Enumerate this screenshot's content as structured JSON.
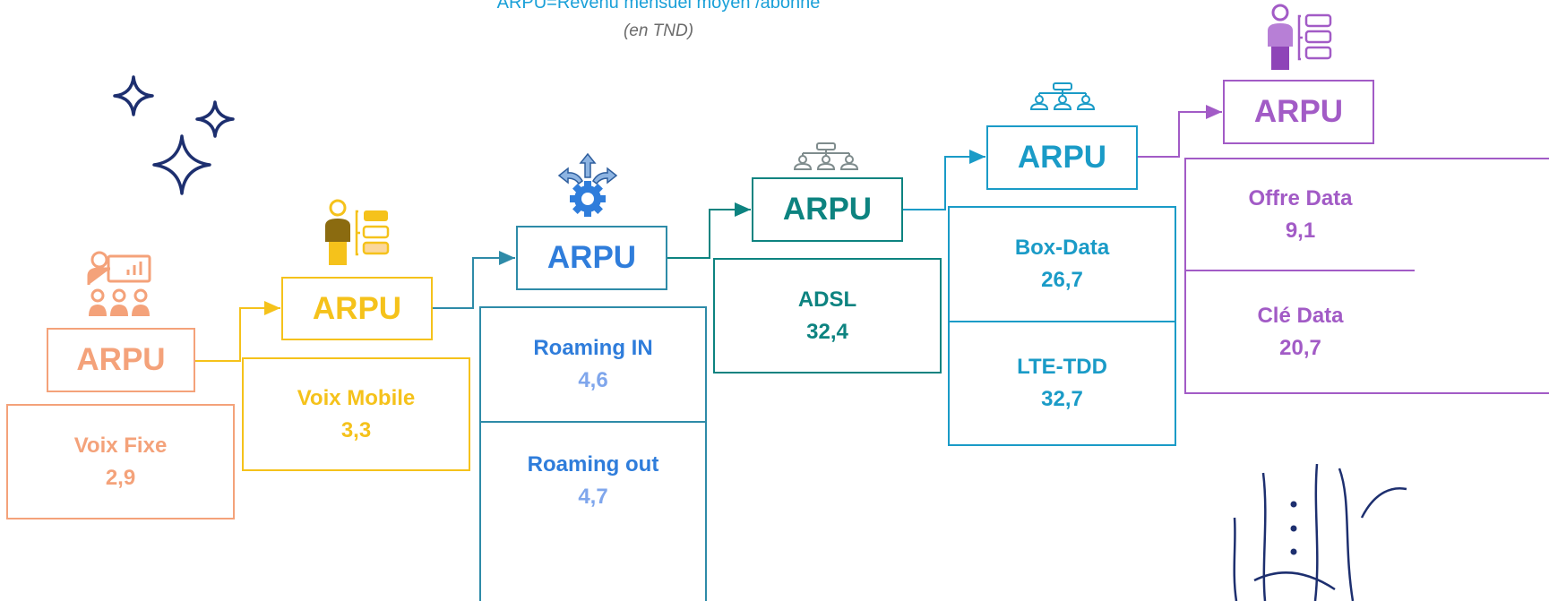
{
  "header": {
    "title": "ARPU=Revenu mensuel moyen /abonné",
    "subtitle": "(en TND)"
  },
  "colors": {
    "voix_fixe": "#F4A27A",
    "voix_mobile": "#F5C21B",
    "roaming": "#2E8BA8",
    "adsl": "#0D8380",
    "lte": "#1A9BC7",
    "data": "#A25BC6",
    "stars": "#1D2F6F"
  },
  "segments": [
    {
      "id": "voix-fixe",
      "header": "ARPU",
      "items": [
        {
          "label": "Voix Fixe",
          "value": "2,9"
        }
      ],
      "icon": "presentation-audience-icon"
    },
    {
      "id": "voix-mobile",
      "header": "ARPU",
      "items": [
        {
          "label": "Voix Mobile",
          "value": "3,3"
        }
      ],
      "icon": "person-list-icon"
    },
    {
      "id": "roaming",
      "header": "ARPU",
      "items": [
        {
          "label": "Roaming IN",
          "value": "4,6"
        },
        {
          "label": "Roaming out",
          "value": "4,7"
        }
      ],
      "icon": "gear-arrows-icon"
    },
    {
      "id": "adsl",
      "header": "ARPU",
      "items": [
        {
          "label": "ADSL",
          "value": "32,4"
        }
      ],
      "icon": "network-people-icon"
    },
    {
      "id": "box-lte",
      "header": "ARPU",
      "items": [
        {
          "label": "Box-Data",
          "value": "26,7"
        },
        {
          "label": "LTE-TDD",
          "value": "32,7"
        }
      ],
      "icon": "network-people-icon"
    },
    {
      "id": "data",
      "header": "ARPU",
      "items": [
        {
          "label": "Offre Data",
          "value": "9,1"
        },
        {
          "label": "Clé Data",
          "value": "20,7"
        }
      ],
      "icon": "person-list-icon"
    }
  ]
}
